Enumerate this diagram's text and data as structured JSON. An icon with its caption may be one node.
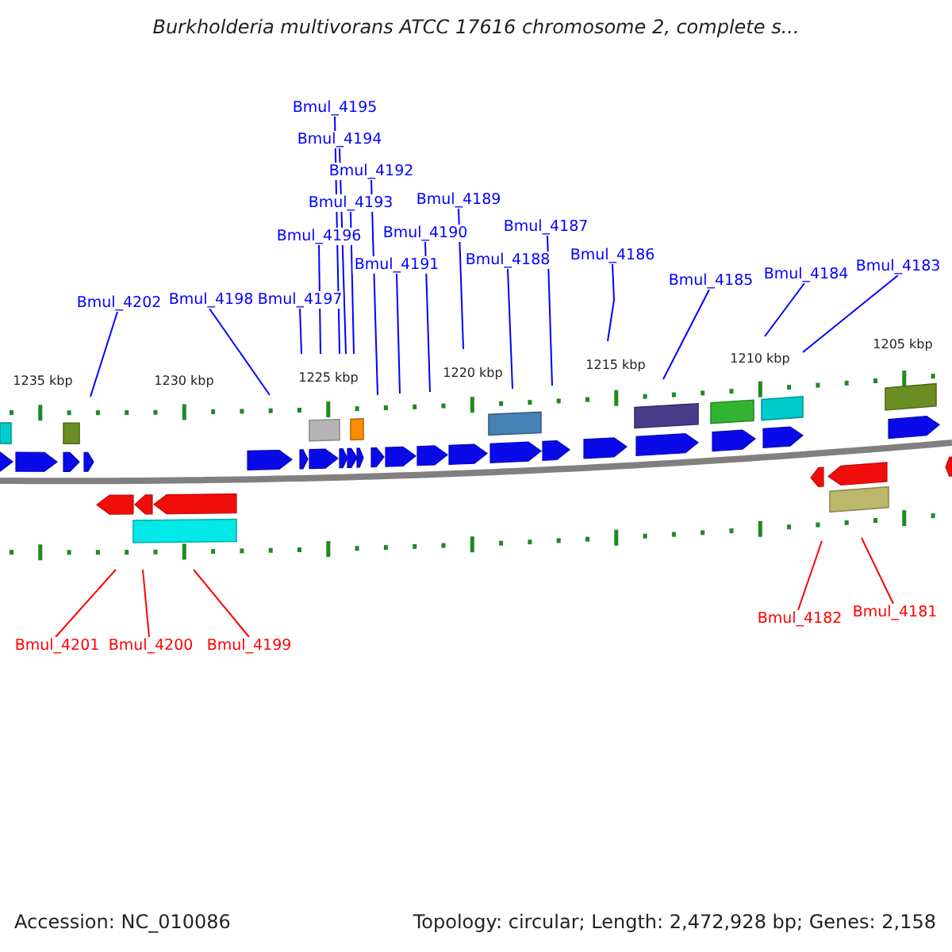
{
  "diagram": {
    "title": "Burkholderia multivorans ATCC 17616 chromosome 2, complete s...",
    "nodes": [
      {
        "text": [
          "Bmul_4195"
        ]
      },
      {
        "text": [
          "Bmul_4194"
        ]
      },
      {
        "text": [
          "Bmul_4192"
        ]
      },
      {
        "text": [
          "Bmul_4189"
        ]
      },
      {
        "text": [
          "Bmul_4193"
        ]
      },
      {
        "text": [
          "Bmul_4187"
        ]
      },
      {
        "text": [
          "Bmul_4190"
        ]
      },
      {
        "text": [
          "Bmul_4196"
        ]
      },
      {
        "text": [
          "Bmul_4186"
        ]
      },
      {
        "text": [
          "Bmul_4188"
        ]
      },
      {
        "text": [
          "Bmul_4191"
        ]
      },
      {
        "text": [
          "Bmul_4183"
        ]
      },
      {
        "text": [
          "Bmul_4184"
        ]
      },
      {
        "text": [
          "Bmul_4185"
        ]
      },
      {
        "text": [
          "Bmul_4198"
        ]
      },
      {
        "text": [
          "Bmul_4197"
        ]
      },
      {
        "text": [
          "Bmul_4202"
        ]
      },
      {
        "text": [
          "Bmul_4181"
        ]
      },
      {
        "text": [
          "Bmul_4182"
        ]
      },
      {
        "text": [
          "Bmul_4201"
        ]
      },
      {
        "text": [
          "Bmul_4200"
        ]
      },
      {
        "text": [
          "Bmul_4199"
        ]
      }
    ],
    "edges": [
      {
        "from": 0,
        "to": null,
        "arrow": "none"
      },
      {
        "from": 1,
        "to": null,
        "arrow": "none"
      },
      {
        "from": 2,
        "to": null,
        "arrow": "none"
      },
      {
        "from": 3,
        "to": null,
        "arrow": "none"
      },
      {
        "from": 4,
        "to": null,
        "arrow": "none"
      },
      {
        "from": 5,
        "to": null,
        "arrow": "none"
      },
      {
        "from": 6,
        "to": null,
        "arrow": "none"
      },
      {
        "from": 7,
        "to": null,
        "arrow": "none"
      },
      {
        "from": 8,
        "to": null,
        "arrow": "none"
      },
      {
        "from": 9,
        "to": null,
        "arrow": "none"
      },
      {
        "from": 10,
        "to": null,
        "arrow": "none"
      },
      {
        "from": 11,
        "to": null,
        "arrow": "none"
      },
      {
        "from": 12,
        "to": null,
        "arrow": "none"
      },
      {
        "from": 13,
        "to": null,
        "arrow": "none"
      },
      {
        "from": 14,
        "to": null,
        "arrow": "none"
      },
      {
        "from": 15,
        "to": null,
        "arrow": "none"
      },
      {
        "from": 16,
        "to": null,
        "arrow": "none"
      },
      {
        "from": 17,
        "to": null,
        "arrow": "none",
        "color": "#ff0000"
      },
      {
        "from": 18,
        "to": null,
        "arrow": "none",
        "color": "#ff0000"
      },
      {
        "from": 19,
        "to": null,
        "arrow": "none",
        "color": "#ff0000"
      },
      {
        "from": 20,
        "to": null,
        "arrow": "none",
        "color": "#ff0000"
      },
      {
        "from": 21,
        "to": null,
        "arrow": "none",
        "color": "#ff0000"
      }
    ],
    "labels": [
      "1235 kbp",
      "1230 kbp",
      "1225 kbp",
      "1220 kbp",
      "1215 kbp",
      "1210 kbp",
      "1205 kbp",
      "Accession: NC_010086",
      "Topology: circular; Length: 2,472,928 bp; Genes: 2,158"
    ]
  }
}
